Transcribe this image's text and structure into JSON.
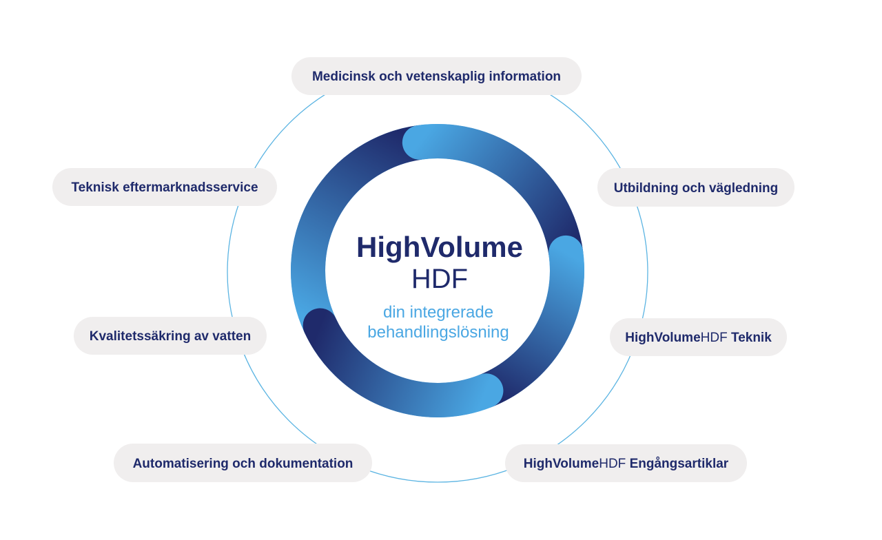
{
  "colors": {
    "navy": "#1f2a6b",
    "light_blue": "#4aa7e3",
    "pill_bg": "#f0eeee",
    "orbit_line": "#5bb4e2",
    "tagline": "#4aa7e3"
  },
  "center": {
    "title_bold": "HighVolume",
    "title_light": "HDF",
    "tagline_line1": "din integrerade",
    "tagline_line2": "behandlingslösning"
  },
  "pills": {
    "medical": {
      "label": "Medicinsk och vetenskaplig information"
    },
    "training": {
      "label": "Utbildning och vägledning"
    },
    "tech": {
      "brand_bold": "HighVolume",
      "brand_light": "HDF",
      "suffix": " Teknik"
    },
    "disposables": {
      "brand_bold": "HighVolume",
      "brand_light": "HDF",
      "suffix": " Engångsartiklar"
    },
    "automation": {
      "label": "Automatisering och dokumentation"
    },
    "water": {
      "label": "Kvalitetssäkring av vatten"
    },
    "service": {
      "label": "Teknisk eftermarknadsservice"
    }
  }
}
